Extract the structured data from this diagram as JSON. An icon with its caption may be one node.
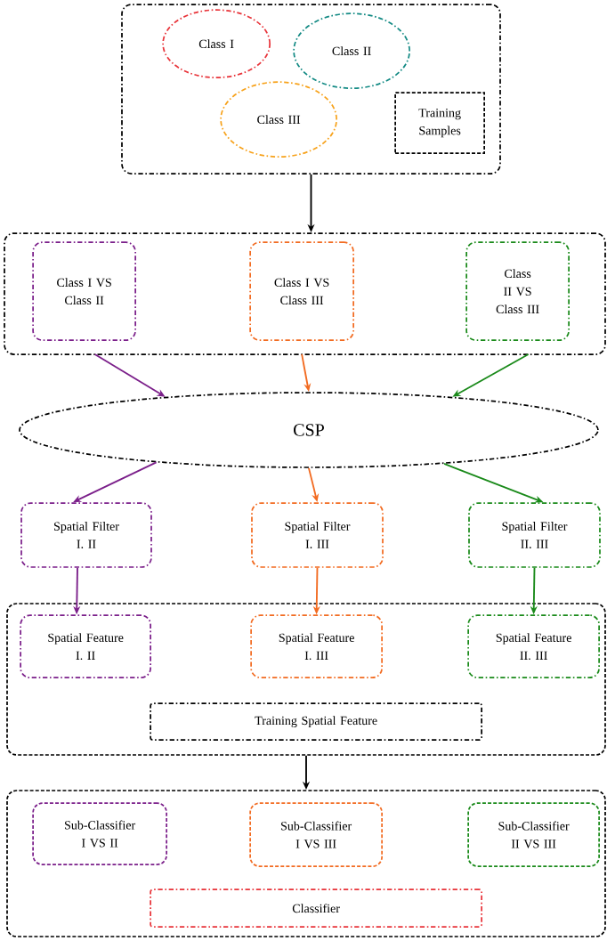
{
  "diagram": {
    "nodes": [
      {
        "text": [],
        "shape": "box"
      },
      {
        "text": [
          "Class I"
        ],
        "in": 0
      },
      {
        "text": [
          "Class II"
        ],
        "in": 0
      },
      {
        "text": [
          "Class III"
        ],
        "in": 0
      },
      {
        "text": [
          "Training Samples"
        ],
        "in": 0
      },
      {
        "text": [],
        "shape": "box"
      },
      {
        "text": [
          "Class I VS Class II"
        ],
        "in": 5
      },
      {
        "text": [
          "Class I VS Class III"
        ],
        "in": 5
      },
      {
        "text": [
          "Class II VS Class III"
        ],
        "in": 5
      },
      {
        "text": [
          "CSP"
        ]
      },
      {
        "text": [
          "Spatial Filter",
          "I. II"
        ]
      },
      {
        "text": [
          "Spatial Filter",
          "I. III"
        ]
      },
      {
        "text": [
          "Spatial Filter",
          "II. III"
        ]
      },
      {
        "text": [],
        "shape": "box"
      },
      {
        "text": [
          "Spatial Feature",
          "I. II"
        ],
        "in": 13
      },
      {
        "text": [
          "Spatial Feature",
          "I. III"
        ],
        "in": 13
      },
      {
        "text": [
          "Spatial Feature",
          "II. III"
        ],
        "in": 13
      },
      {
        "text": [
          "Training Spatial Feature"
        ],
        "in": 13
      },
      {
        "text": [],
        "shape": "box"
      },
      {
        "text": [
          "Sub-Classifier",
          "I VS II"
        ],
        "in": 18
      },
      {
        "text": [
          "Sub-Classifier",
          "I VS III"
        ],
        "in": 18
      },
      {
        "text": [
          "Sub-Classifier",
          "II VS III"
        ],
        "in": 18
      },
      {
        "text": [
          "Classifier"
        ],
        "in": 18
      }
    ],
    "edges": [
      {
        "from": 0,
        "to": 5,
        "arrow": "to",
        "color": "#000000"
      },
      {
        "from": 6,
        "to": 9,
        "arrow": "to",
        "color": "#7b1f8a"
      },
      {
        "from": 7,
        "to": 9,
        "arrow": "to",
        "color": "#f26b21"
      },
      {
        "from": 8,
        "to": 9,
        "arrow": "to",
        "color": "#1a8a1a"
      },
      {
        "from": 9,
        "to": 10,
        "arrow": "to",
        "color": "#7b1f8a"
      },
      {
        "from": 9,
        "to": 11,
        "arrow": "to",
        "color": "#f26b21"
      },
      {
        "from": 9,
        "to": 12,
        "arrow": "to",
        "color": "#1a8a1a"
      },
      {
        "from": 10,
        "to": 14,
        "arrow": "to",
        "color": "#7b1f8a"
      },
      {
        "from": 11,
        "to": 15,
        "arrow": "to",
        "color": "#f26b21"
      },
      {
        "from": 12,
        "to": 16,
        "arrow": "to",
        "color": "#1a8a1a"
      },
      {
        "from": 13,
        "to": 18,
        "arrow": "to",
        "color": "#000000"
      }
    ]
  }
}
